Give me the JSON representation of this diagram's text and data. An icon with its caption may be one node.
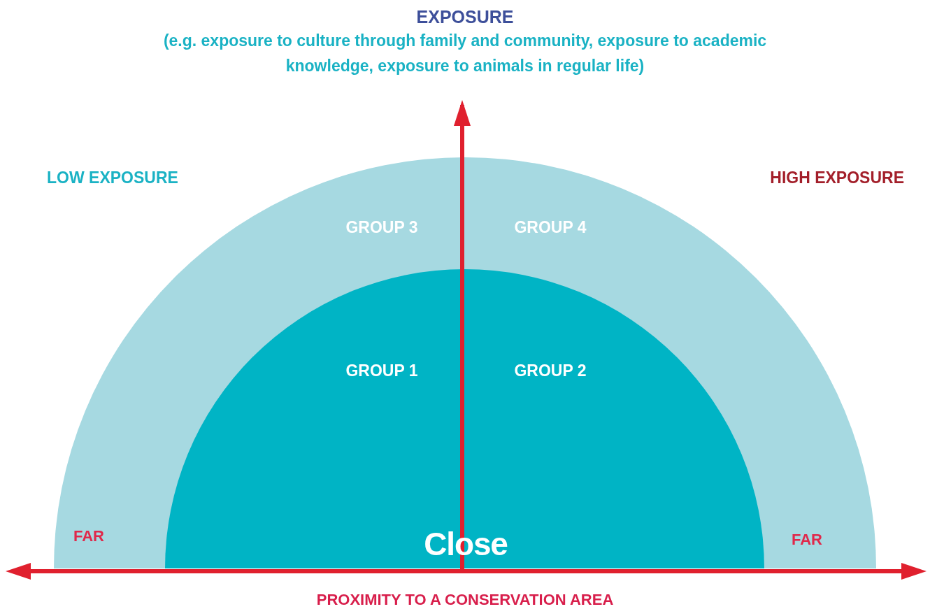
{
  "diagram": {
    "title": "EXPOSURE",
    "nodes": [
      {
        "text": [
          "GROUP 3",
          "GROUP 4",
          "FAR",
          "FAR"
        ]
      },
      {
        "text": [
          "GROUP 1",
          "GROUP 2",
          "Close"
        ],
        "in": 0
      }
    ],
    "labels": [
      "(e.g. exposure to culture through family and community, exposure to academic knowledge, exposure to animals in regular life)",
      "LOW EXPOSURE",
      "HIGH EXPOSURE",
      "PROXIMITY TO A CONSERVATION AREA"
    ]
  }
}
